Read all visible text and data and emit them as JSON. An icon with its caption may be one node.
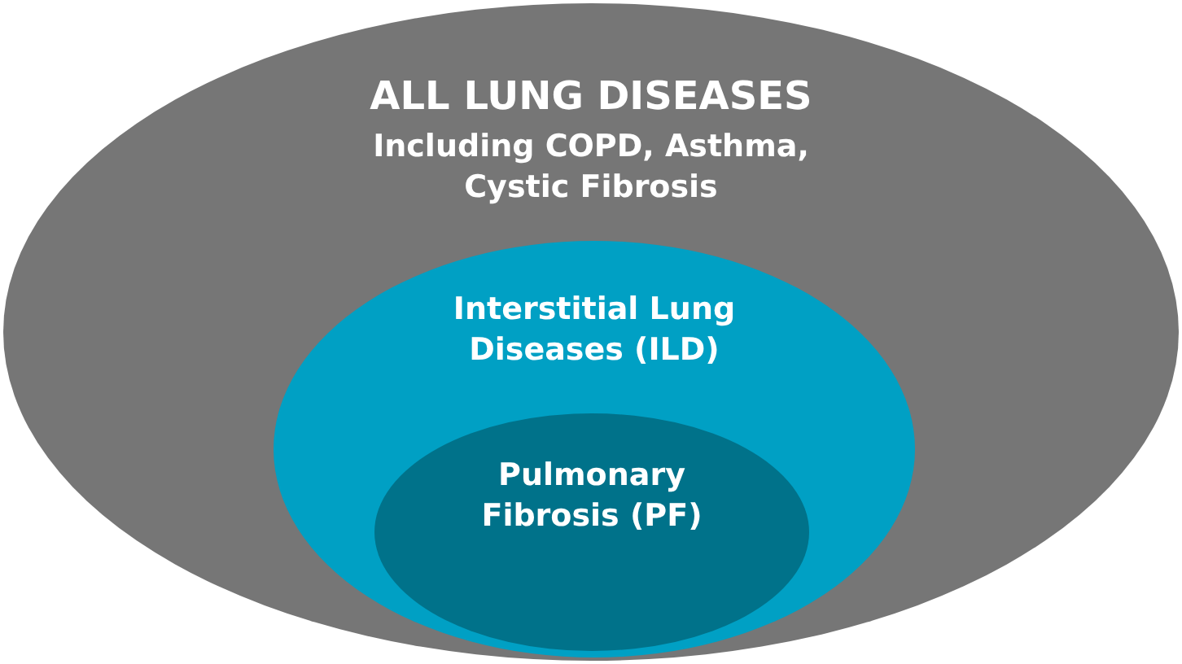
{
  "diagram": {
    "nodes": [
      {
        "text": [
          "ALL LUNG DISEASES",
          "Including COPD, Asthma, Cystic Fibrosis"
        ]
      },
      {
        "text": [
          "Interstitial Lung Diseases (ILD)"
        ],
        "in": 0
      },
      {
        "text": [
          "Pulmonary Fibrosis (PF)"
        ],
        "in": 1
      }
    ]
  }
}
